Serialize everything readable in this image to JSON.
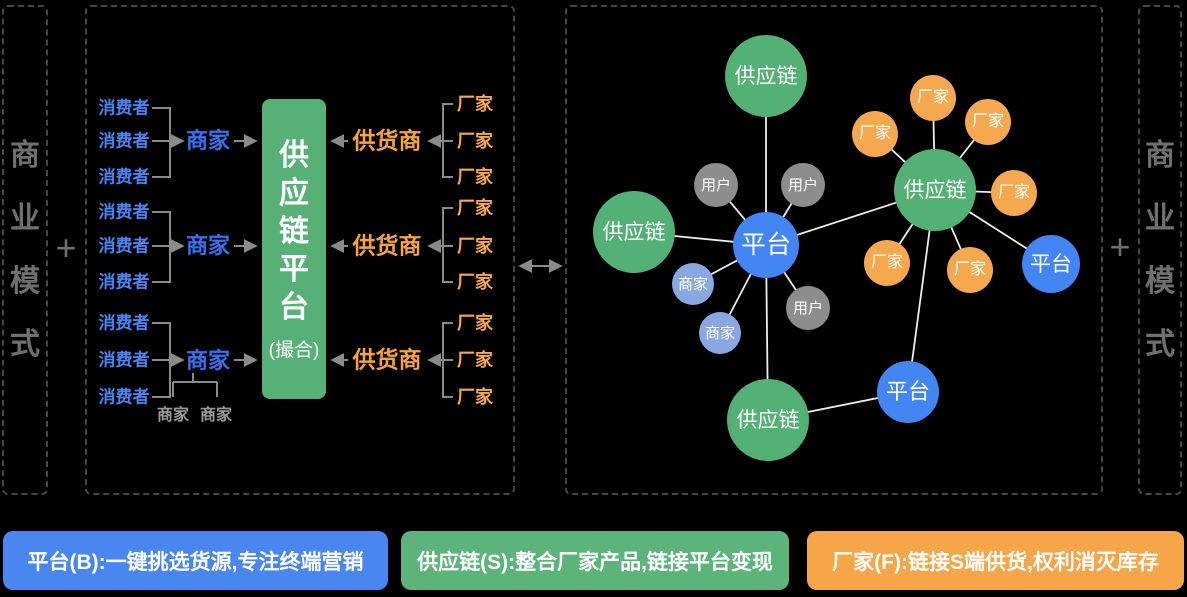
{
  "side_labels": {
    "left_chars": [
      "商",
      "业",
      "模",
      "式"
    ],
    "right_chars": [
      "商",
      "业",
      "模",
      "式"
    ],
    "plus_left": "+",
    "plus_right": "+"
  },
  "left_panel": {
    "consumer_groups": [
      {
        "consumers": [
          "消费者",
          "消费者",
          "消费者"
        ],
        "merchant": "商家"
      },
      {
        "consumers": [
          "消费者",
          "消费者",
          "消费者"
        ],
        "merchant": "商家"
      },
      {
        "consumers": [
          "消费者",
          "消费者",
          "消费者"
        ],
        "merchant": "商家"
      }
    ],
    "sub_merchants": [
      "商家",
      "商家"
    ],
    "platform_box": {
      "title_chars": [
        "供",
        "应",
        "链",
        "平",
        "台"
      ],
      "subtitle": "(撮合)"
    },
    "supplier_groups": [
      {
        "supplier": "供货商",
        "factories": [
          "厂家",
          "厂家",
          "厂家"
        ]
      },
      {
        "supplier": "供货商",
        "factories": [
          "厂家",
          "厂家",
          "厂家"
        ]
      },
      {
        "supplier": "供货商",
        "factories": [
          "厂家",
          "厂家",
          "厂家"
        ]
      }
    ]
  },
  "network": {
    "nodes": [
      {
        "label": "供应链",
        "type": "supply-chain"
      },
      {
        "label": "供应链",
        "type": "supply-chain"
      },
      {
        "label": "供应链",
        "type": "supply-chain"
      },
      {
        "label": "供应链",
        "type": "supply-chain"
      },
      {
        "label": "平台",
        "type": "platform"
      },
      {
        "label": "平台",
        "type": "platform"
      },
      {
        "label": "平台",
        "type": "platform"
      },
      {
        "label": "用户",
        "type": "user"
      },
      {
        "label": "用户",
        "type": "user"
      },
      {
        "label": "用户",
        "type": "user"
      },
      {
        "label": "商家",
        "type": "merchant"
      },
      {
        "label": "商家",
        "type": "merchant"
      },
      {
        "label": "厂家",
        "type": "factory"
      },
      {
        "label": "厂家",
        "type": "factory"
      },
      {
        "label": "厂家",
        "type": "factory"
      },
      {
        "label": "厂家",
        "type": "factory"
      },
      {
        "label": "厂家",
        "type": "factory"
      },
      {
        "label": "厂家",
        "type": "factory"
      }
    ]
  },
  "banners": [
    {
      "label": "平台(B):一键挑选货源,专注终端营销",
      "color": "#4a86ef"
    },
    {
      "label": "供应链(S):整合厂家产品,链接平台变现",
      "color": "#5cb47b"
    },
    {
      "label": "厂家(F):链接S端供货,权利消灭库存",
      "color": "#f6a649"
    }
  ],
  "colors": {
    "background": "#000000",
    "panel_border": "#4e443e",
    "side_label_text": "#6f6f6f",
    "consumer_blue": "#4c84f3",
    "merchant_blue": "#3672f0",
    "supplier_orange": "#f7a440",
    "factory_orange": "#f9a84c",
    "gray_text": "#9a9a9a",
    "connector_gray": "#8a8a8a",
    "network_edge": "#ededed",
    "platform_box_green": "#57b176",
    "node_green": "#53b175",
    "node_blue": "#4385f3",
    "node_gray": "#8d8d8d",
    "node_lightblue": "#89a7e0",
    "node_orange": "#f5a84d"
  }
}
